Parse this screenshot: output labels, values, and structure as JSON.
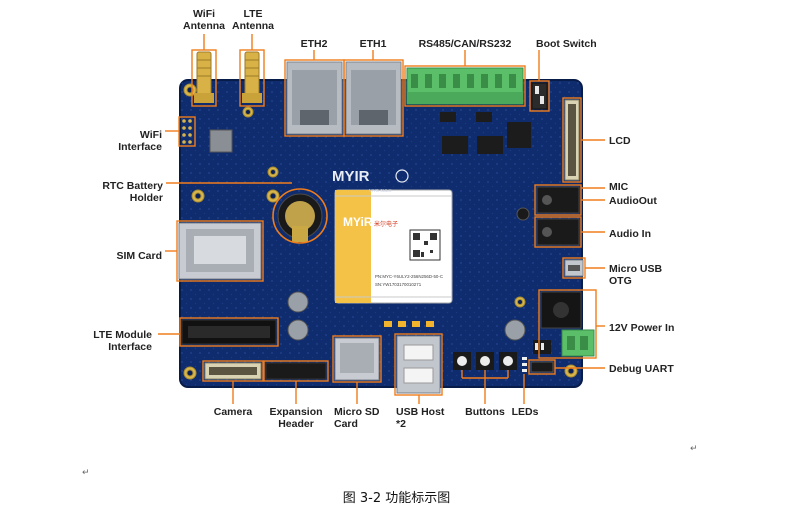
{
  "labels": {
    "wifi_antenna": [
      "WiFi",
      "Antenna"
    ],
    "lte_antenna": [
      "LTE",
      "Antenna"
    ],
    "eth2": "ETH2",
    "eth1": "ETH1",
    "rs485": "RS485/CAN/RS232",
    "boot_switch": "Boot Switch",
    "wifi_interface": [
      "WiFi",
      "Interface"
    ],
    "lcd": "LCD",
    "rtc_battery": [
      "RTC Battery",
      "Holder"
    ],
    "mic": "MIC",
    "audio_out": "AudioOut",
    "audio_in": "Audio In",
    "sim_card": "SIM Card",
    "micro_usb": [
      "Micro USB",
      "OTG"
    ],
    "twelve_v": "12V Power In",
    "lte_module": [
      "LTE Module",
      "Interface"
    ],
    "debug_uart": "Debug UART",
    "camera": "Camera",
    "expansion": [
      "Expansion",
      "Header"
    ],
    "micro_sd": [
      "Micro SD",
      "Card"
    ],
    "usb_host": [
      "USB Host",
      "*2"
    ],
    "buttons": "Buttons",
    "leds": "LEDs"
  },
  "board": {
    "brand": "MYIR",
    "module_brand": "MYiR",
    "module_cn": "米尔电子",
    "silk_model": "MYS-6ULX",
    "module_pn": "PN:MYC-Y6ULY2-256N256D-50-C",
    "module_sn": "SN:YW1703170010271"
  },
  "colors": {
    "accent": "#f07d1b",
    "board": "#0f2c6e",
    "board_dark": "#0a2057"
  },
  "caption": "图 3-2 功能标示图",
  "marks": {
    "return": "↵",
    "tick": "↵"
  }
}
